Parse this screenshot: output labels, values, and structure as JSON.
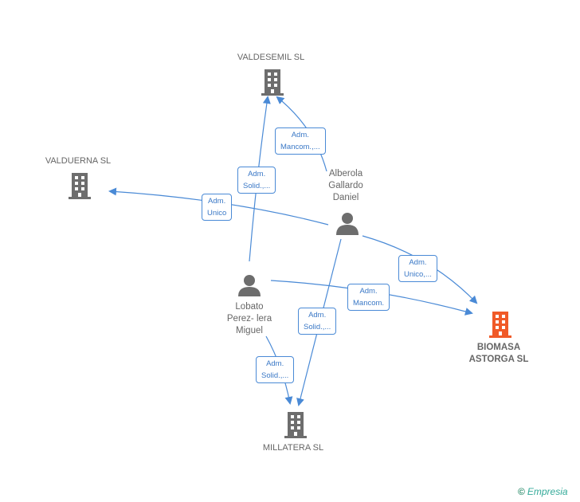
{
  "nodes": {
    "valdesemil": {
      "label": "VALDESEMIL SL"
    },
    "valduerna": {
      "label": "VALDUERNA SL"
    },
    "alberola": {
      "label_lines": [
        "Alberola",
        "Gallardo",
        "Daniel"
      ]
    },
    "lobato": {
      "label_lines": [
        "Lobato",
        "Perez- lera",
        "Miguel"
      ]
    },
    "biomasa": {
      "label_lines": [
        "BIOMASA",
        "ASTORGA SL"
      ]
    },
    "millatera": {
      "label": "MILLATERA SL"
    }
  },
  "edges": {
    "alberola_valdesemil": [
      "Adm.",
      "Mancom.,..."
    ],
    "lobato_valdesemil": [
      "Adm.",
      "Solid.,..."
    ],
    "alberola_valduerna": [
      "Adm.",
      "Unico"
    ],
    "alberola_biomasa": [
      "Adm.",
      "Unico,..."
    ],
    "lobato_biomasa": [
      "Adm.",
      "Mancom."
    ],
    "alberola_millatera": [
      "Adm.",
      "Solid.,..."
    ],
    "lobato_millatera": [
      "Adm.",
      "Solid.,..."
    ]
  },
  "colors": {
    "edge": "#4a8ad6",
    "building": "#6d6d6d",
    "building_highlight": "#f05a28",
    "person": "#6d6d6d"
  },
  "watermark": {
    "symbol": "©",
    "text": "Empresia"
  }
}
